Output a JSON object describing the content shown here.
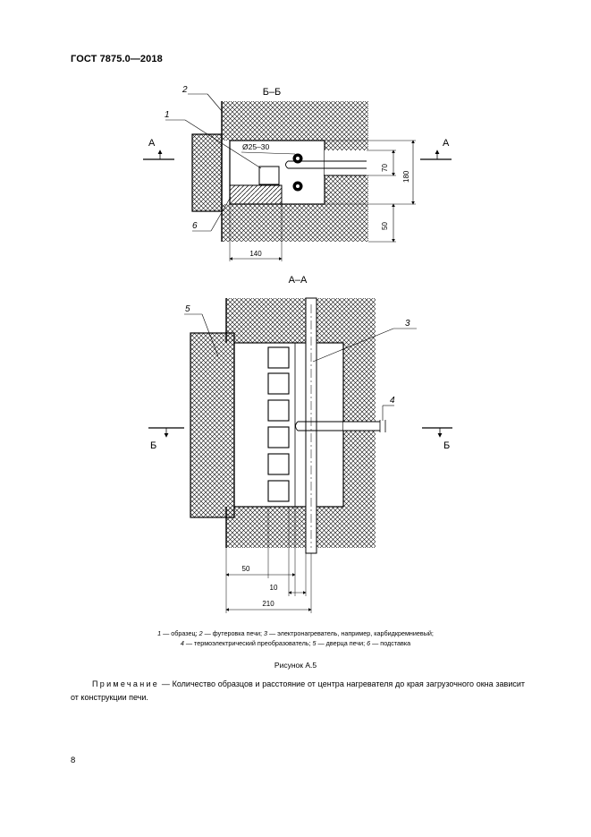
{
  "header": {
    "standard": "ГОСТ 7875.0—2018"
  },
  "figure": {
    "section_bb": {
      "title": "Б–Б",
      "cut_label": "А",
      "callouts": [
        "2",
        "1",
        "6"
      ],
      "dimensions": {
        "diameter": "Ø25–30",
        "h70": "70",
        "h180": "180",
        "h50": "50",
        "w140": "140"
      }
    },
    "section_aa": {
      "title": "А–А",
      "cut_label": "Б",
      "callouts": [
        "5",
        "3",
        "4"
      ],
      "dimensions": {
        "d50": "50",
        "d10": "10",
        "d210": "210"
      }
    },
    "legend_lines": [
      [
        {
          "num": "1",
          "text": " — образец; "
        },
        {
          "num": "2",
          "text": " — футеровка печи; "
        },
        {
          "num": "3",
          "text": " — электронагреватель, например, карбидкремниевый;"
        }
      ],
      [
        {
          "num": "4",
          "text": " — термоэлектрический преобразователь; "
        },
        {
          "num": "5",
          "text": " — дверца печи; "
        },
        {
          "num": "6",
          "text": " — подставка"
        }
      ]
    ],
    "caption": "Рисунок А.5"
  },
  "note": {
    "label": "Примечание",
    "text": " — Количество образцов и расстояние от центра нагревателя до края загрузочного окна зависит от конструкции печи."
  },
  "page_number": "8",
  "colors": {
    "ink": "#000000",
    "paper": "#ffffff"
  }
}
